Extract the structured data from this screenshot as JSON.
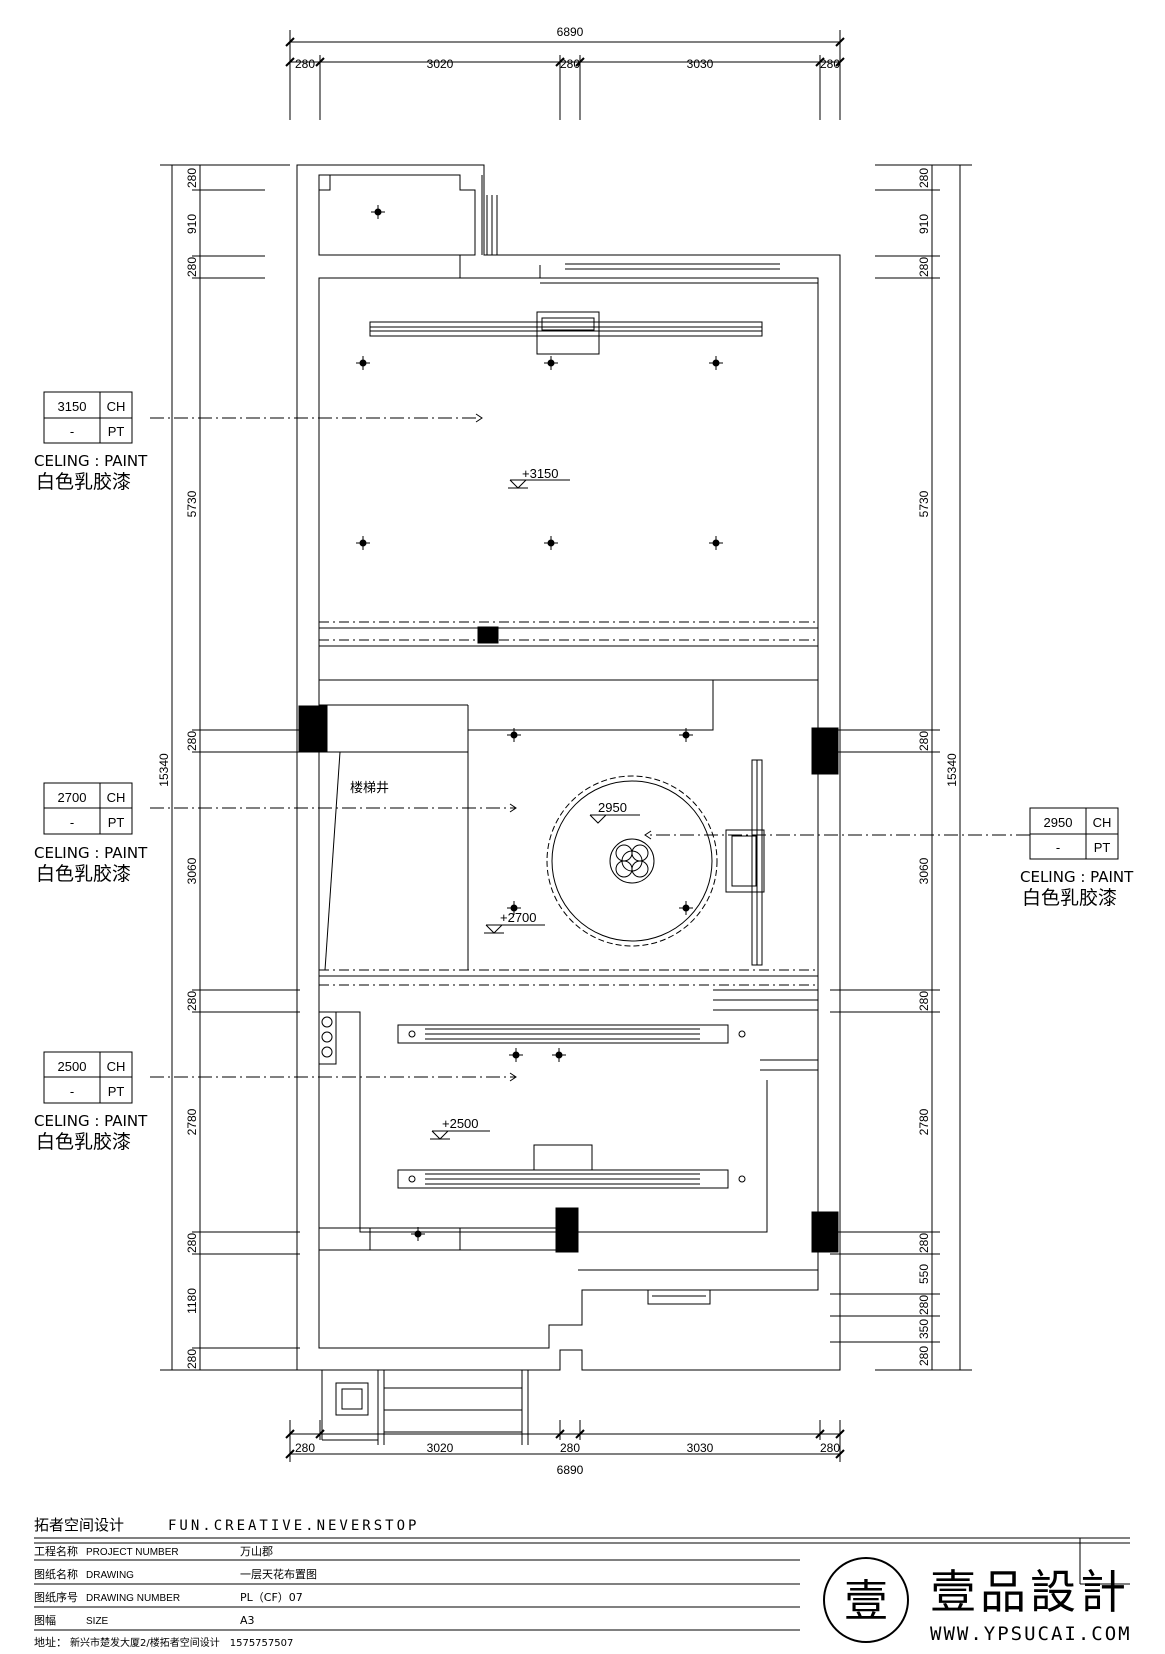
{
  "dimensions": {
    "top_total": "6890",
    "top_segments": [
      "280",
      "3020",
      "280",
      "3030",
      "280"
    ],
    "bottom_total": "6890",
    "bottom_segments": [
      "280",
      "3020",
      "280",
      "3030",
      "280"
    ],
    "left_total": "15340",
    "left_segments": [
      "280",
      "910",
      "280",
      "5730",
      "280",
      "3060",
      "280",
      "2780",
      "280",
      "1180",
      "280"
    ],
    "right_total": "15340",
    "right_segments": [
      "280",
      "910",
      "280",
      "5730",
      "280",
      "3060",
      "280",
      "2780",
      "280",
      "550",
      "280",
      "350",
      "280"
    ]
  },
  "ceiling_tags": [
    {
      "height": "3150",
      "ch": "CH",
      "dash": "-",
      "pt": "PT",
      "caption": "CELING : PAINT",
      "material": "白色乳胶漆"
    },
    {
      "height": "2700",
      "ch": "CH",
      "dash": "-",
      "pt": "PT",
      "caption": "CELING : PAINT",
      "material": "白色乳胶漆"
    },
    {
      "height": "2500",
      "ch": "CH",
      "dash": "-",
      "pt": "PT",
      "caption": "CELING : PAINT",
      "material": "白色乳胶漆"
    },
    {
      "height": "2950",
      "ch": "CH",
      "dash": "-",
      "pt": "PT",
      "caption": "CELING : PAINT",
      "material": "白色乳胶漆"
    }
  ],
  "levels": [
    "+3150",
    "2950",
    "+2700",
    "+2500"
  ],
  "room_labels": [
    "楼梯井"
  ],
  "title_block": {
    "company": "拓者空间设计",
    "slogan": "FUN.CREATIVE.NEVERSTOP",
    "rows": [
      {
        "label": "工程名称",
        "label_en": "PROJECT NUMBER",
        "value": "万山郡"
      },
      {
        "label": "图纸名称",
        "label_en": "DRAWING",
        "value": "一层天花布置图"
      },
      {
        "label": "图纸序号",
        "label_en": "DRAWING NUMBER",
        "value": "PL（CF）07"
      },
      {
        "label": "图幅",
        "label_en": "SIZE",
        "value": "A3"
      },
      {
        "label": "地址：",
        "label_en": "",
        "value": "新兴市楚发大厦2/楼拓者空间设计　1575757507"
      }
    ]
  },
  "watermark": {
    "brand": "壹品設計",
    "url": "WWW.YPSUCAI.COM",
    "seal_char": "壹"
  }
}
